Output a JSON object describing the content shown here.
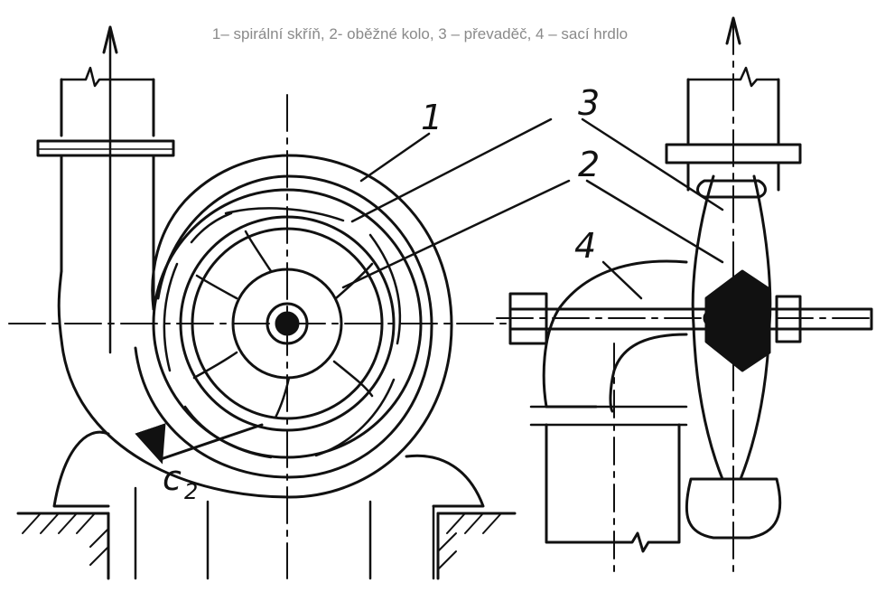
{
  "caption": "1– spirální skříň, 2- oběžné kolo, 3 – převaděč, 4 – sací hrdlo",
  "labels": {
    "n1": "1",
    "n2": "2",
    "n3": "3",
    "n4": "4",
    "c2_main": "c",
    "c2_sub": "2"
  },
  "colors": {
    "ink": "#111111",
    "caption": "#8a8a8a",
    "background": "#ffffff"
  }
}
